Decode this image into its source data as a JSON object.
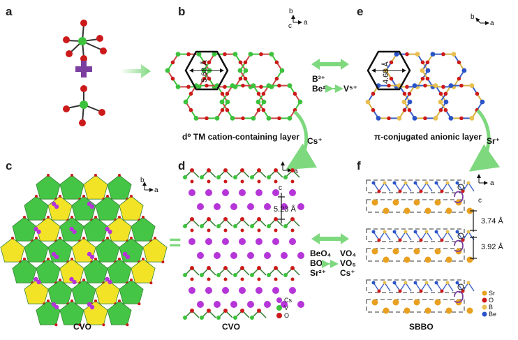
{
  "panels": {
    "a": {
      "label": "a"
    },
    "b": {
      "label": "b",
      "axis_b": "b",
      "axis_c": "c",
      "axis_a": "a",
      "dist": "5.68 Å",
      "caption": "d⁰ TM cation-containing layer"
    },
    "e": {
      "label": "e",
      "axis_b": "b",
      "axis_a": "a",
      "dist": "4.68 Å",
      "caption": "π-conjugated anionic layer"
    },
    "c": {
      "label": "c",
      "axis_b": "b",
      "axis_a": "a",
      "caption": "CVO"
    },
    "d": {
      "label": "d",
      "axis_a": "a",
      "axis_c": "c",
      "dist": "5.23 Å",
      "caption": "CVO",
      "legend": [
        "Cs",
        "V",
        "O"
      ]
    },
    "f": {
      "label": "f",
      "axis_a": "a",
      "axis_c": "c",
      "dist1": "3.74 Å",
      "dist2": "3.92 Å",
      "caption": "SBBO",
      "legend": [
        "Sr",
        "O",
        "B",
        "Be"
      ]
    }
  },
  "subs_top": {
    "left1": "B³⁺",
    "right1": "V⁵⁺",
    "left2": "Be²⁺"
  },
  "cs_label": "Cs⁺",
  "sr_label": "Sr⁺",
  "subs_bottom": {
    "left": [
      "BeO₄",
      "BO₃",
      "Sr²⁺"
    ],
    "right": [
      "VO₄",
      "VO₅",
      "Cs⁺"
    ]
  },
  "equals": "=",
  "colors": {
    "green": "#3cc23c",
    "red": "#cc1a1a",
    "purple": "#7b3fa0",
    "cs": "#b535d8",
    "sr": "#e8a020",
    "be": "#2a54c8",
    "b": "#e8c050",
    "poly_yellow": "#f3e21c",
    "arrow": "#7ed87e"
  }
}
